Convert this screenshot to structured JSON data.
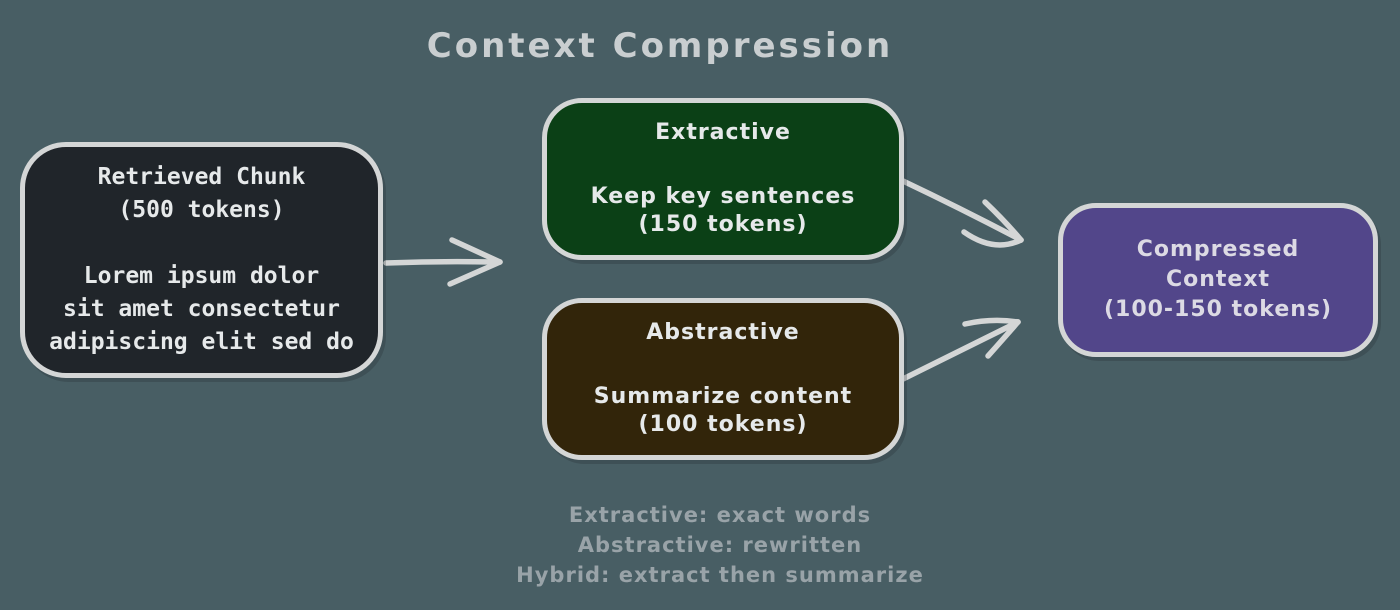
{
  "title": "Context Compression",
  "colors": {
    "background": "#485e64",
    "title_text": "#c9ced0",
    "box_border": "#d4d6d6",
    "arrow": "#d4d6d6",
    "legend_text": "#99a3a8",
    "box_text": "#e6e9ea"
  },
  "nodes": {
    "retrieved_chunk": {
      "bg": "#20252a",
      "heading": [
        "Retrieved Chunk",
        "(500 tokens)"
      ],
      "body": [
        "Lorem ipsum dolor",
        "sit amet consectetur",
        "adipiscing elit sed do"
      ]
    },
    "extractive": {
      "bg": "#0b4016",
      "heading": "Extractive",
      "body": [
        "Keep key sentences",
        "(150 tokens)"
      ]
    },
    "abstractive": {
      "bg": "#32250a",
      "heading": "Abstractive",
      "body": [
        "Summarize content",
        "(100 tokens)"
      ]
    },
    "compressed": {
      "bg": "#52468a",
      "lines": [
        "Compressed",
        "Context",
        "(100-150 tokens)"
      ]
    }
  },
  "legend": [
    "Extractive: exact words",
    "Abstractive: rewritten",
    "Hybrid: extract then summarize"
  ]
}
